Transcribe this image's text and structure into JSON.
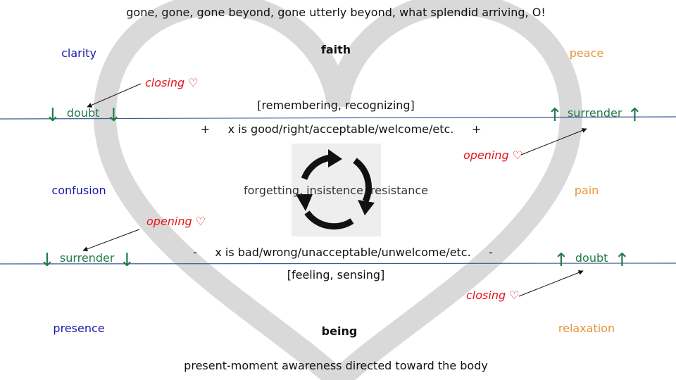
{
  "header_text": "gone, gone, gone beyond, gone utterly beyond, what splendid arriving, O!",
  "footer_text": "present-moment awareness directed toward the body",
  "colors": {
    "heart": "#d9d9d9",
    "line": "#3b5a9a",
    "blue": "#1a1aa8",
    "orange": "#e8943a",
    "green": "#1f7a45",
    "red": "#e8141a"
  },
  "top": {
    "center_label": "faith",
    "left_label": "clarity",
    "right_label": "peace",
    "bracket_text": "[remembering, recognizing]",
    "statement": "+     x is good/right/acceptable/welcome/etc.     +",
    "left_node": {
      "arrow": "↓",
      "label": "doubt"
    },
    "right_node": {
      "arrow": "↑",
      "label": "surrender"
    },
    "left_annotation": "closing ♡",
    "right_annotation": "opening ♡"
  },
  "middle": {
    "left_label": "confusion",
    "right_label": "pain",
    "center_text": "forgetting, insistence, resistance",
    "cycle_icon": "recycle-arrows-icon"
  },
  "bottom": {
    "center_label": "being",
    "left_label": "presence",
    "right_label": "relaxation",
    "bracket_text": "[feeling, sensing]",
    "statement": "-     x is bad/wrong/unacceptable/unwelcome/etc.     -",
    "left_node": {
      "arrow": "↓",
      "label": "surrender"
    },
    "right_node": {
      "arrow": "↑",
      "label": "doubt"
    },
    "left_annotation": "opening ♡",
    "right_annotation": "closing ♡"
  }
}
